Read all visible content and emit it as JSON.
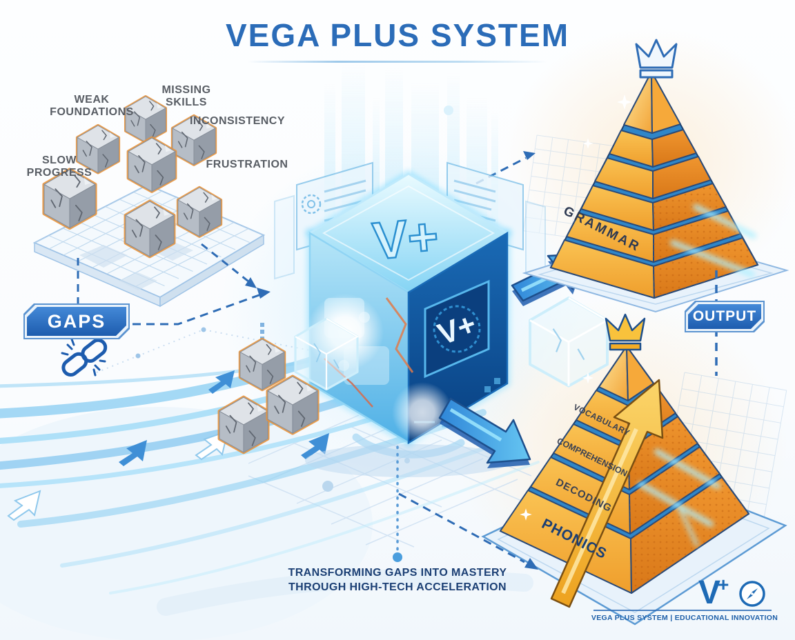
{
  "header": {
    "title": "VEGA PLUS SYSTEM"
  },
  "problem_cluster": {
    "labels": {
      "weak_foundations": "WEAK\nFOUNDATIONS",
      "missing_skills": "MISSING\nSKILLS",
      "inconsistency": "INCONSISTENCY",
      "slow_progress": "SLOW\nPROGRESS",
      "frustration": "FRUSTRATION"
    }
  },
  "badges": {
    "input": "GAPS",
    "output": "OUTPUT"
  },
  "cube": {
    "top_logo": "V+",
    "front_logo": "V+"
  },
  "pyramid_grammar": {
    "label": "GRAMMAR"
  },
  "pyramid_reading": {
    "tiers": [
      "VOCABULARY",
      "COMPREHENSION",
      "DECODING",
      "PHONICS"
    ]
  },
  "tagline": "TRANSFORMING GAPS INTO MASTERY\nTHROUGH HIGH-TECH ACCELERATION",
  "footer": {
    "logo_v": "V",
    "logo_plus": "+",
    "caption": "VEGA PLUS SYSTEM | EDUCATIONAL INNOVATION"
  },
  "icons": {
    "crown_outline": "crown-icon",
    "crown_gold": "crown-icon",
    "broken_chain": "broken-chain-icon",
    "compass": "compass-icon",
    "arrow_up_right": "arrow-up-right-icon",
    "arrow_down_right": "arrow-down-right-icon",
    "gold_arrow": "arrow-up-icon"
  },
  "colors": {
    "title_blue": "#2b6cb8",
    "badge_blue": "#1d5cae",
    "badge_blue_light": "#4489d8",
    "navy_text": "#1b3f74",
    "label_gray": "#585d64",
    "pyramid_gold": "#f6a832",
    "pyramid_gold_dark": "#e07f22",
    "block_orange_outline": "#e8923a",
    "tech_cyan": "#35a7e0",
    "tech_dark_blue": "#0b4a8f",
    "dashed_blue": "#2e6cb5"
  }
}
